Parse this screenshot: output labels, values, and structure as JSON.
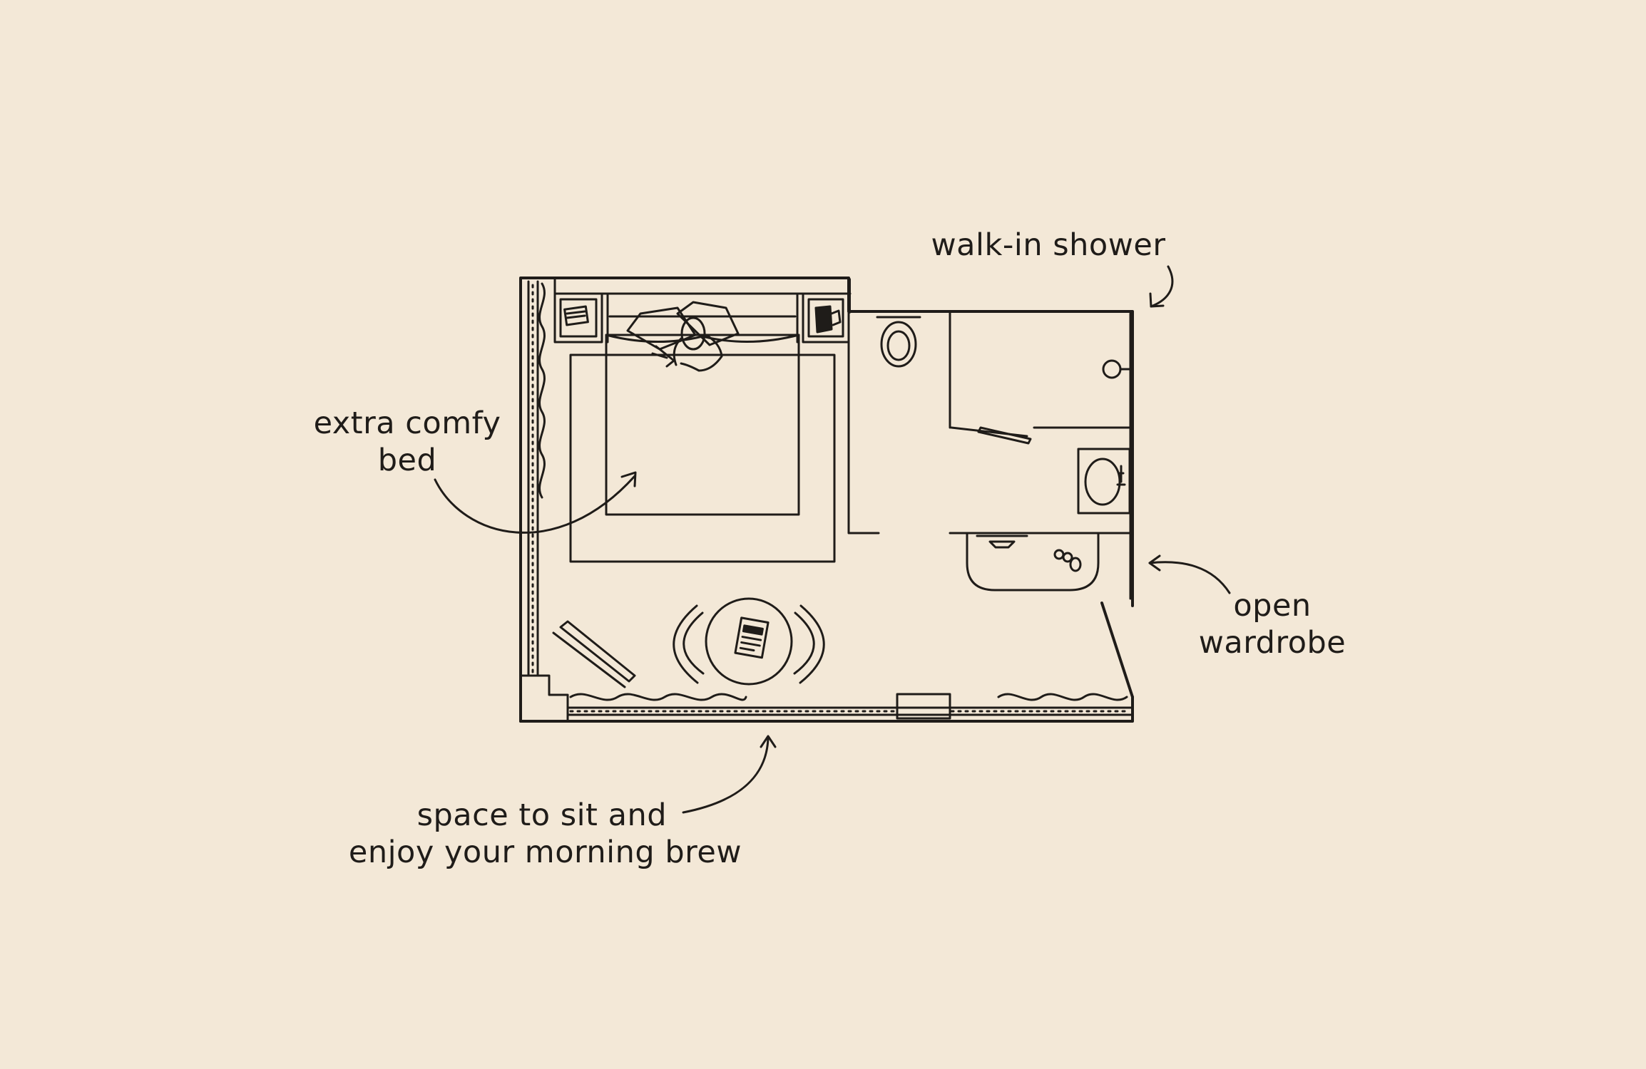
{
  "colors": {
    "background": "#F3E8D7",
    "ink": "#1F1C19"
  },
  "labels": {
    "walk_in_shower": "walk-in shower",
    "bed_line1": "extra comfy",
    "bed_line2": "bed",
    "wardrobe_line1": "open",
    "wardrobe_line2": "wardrobe",
    "space_line1": "space to sit and",
    "space_line2": "enjoy your morning brew"
  }
}
